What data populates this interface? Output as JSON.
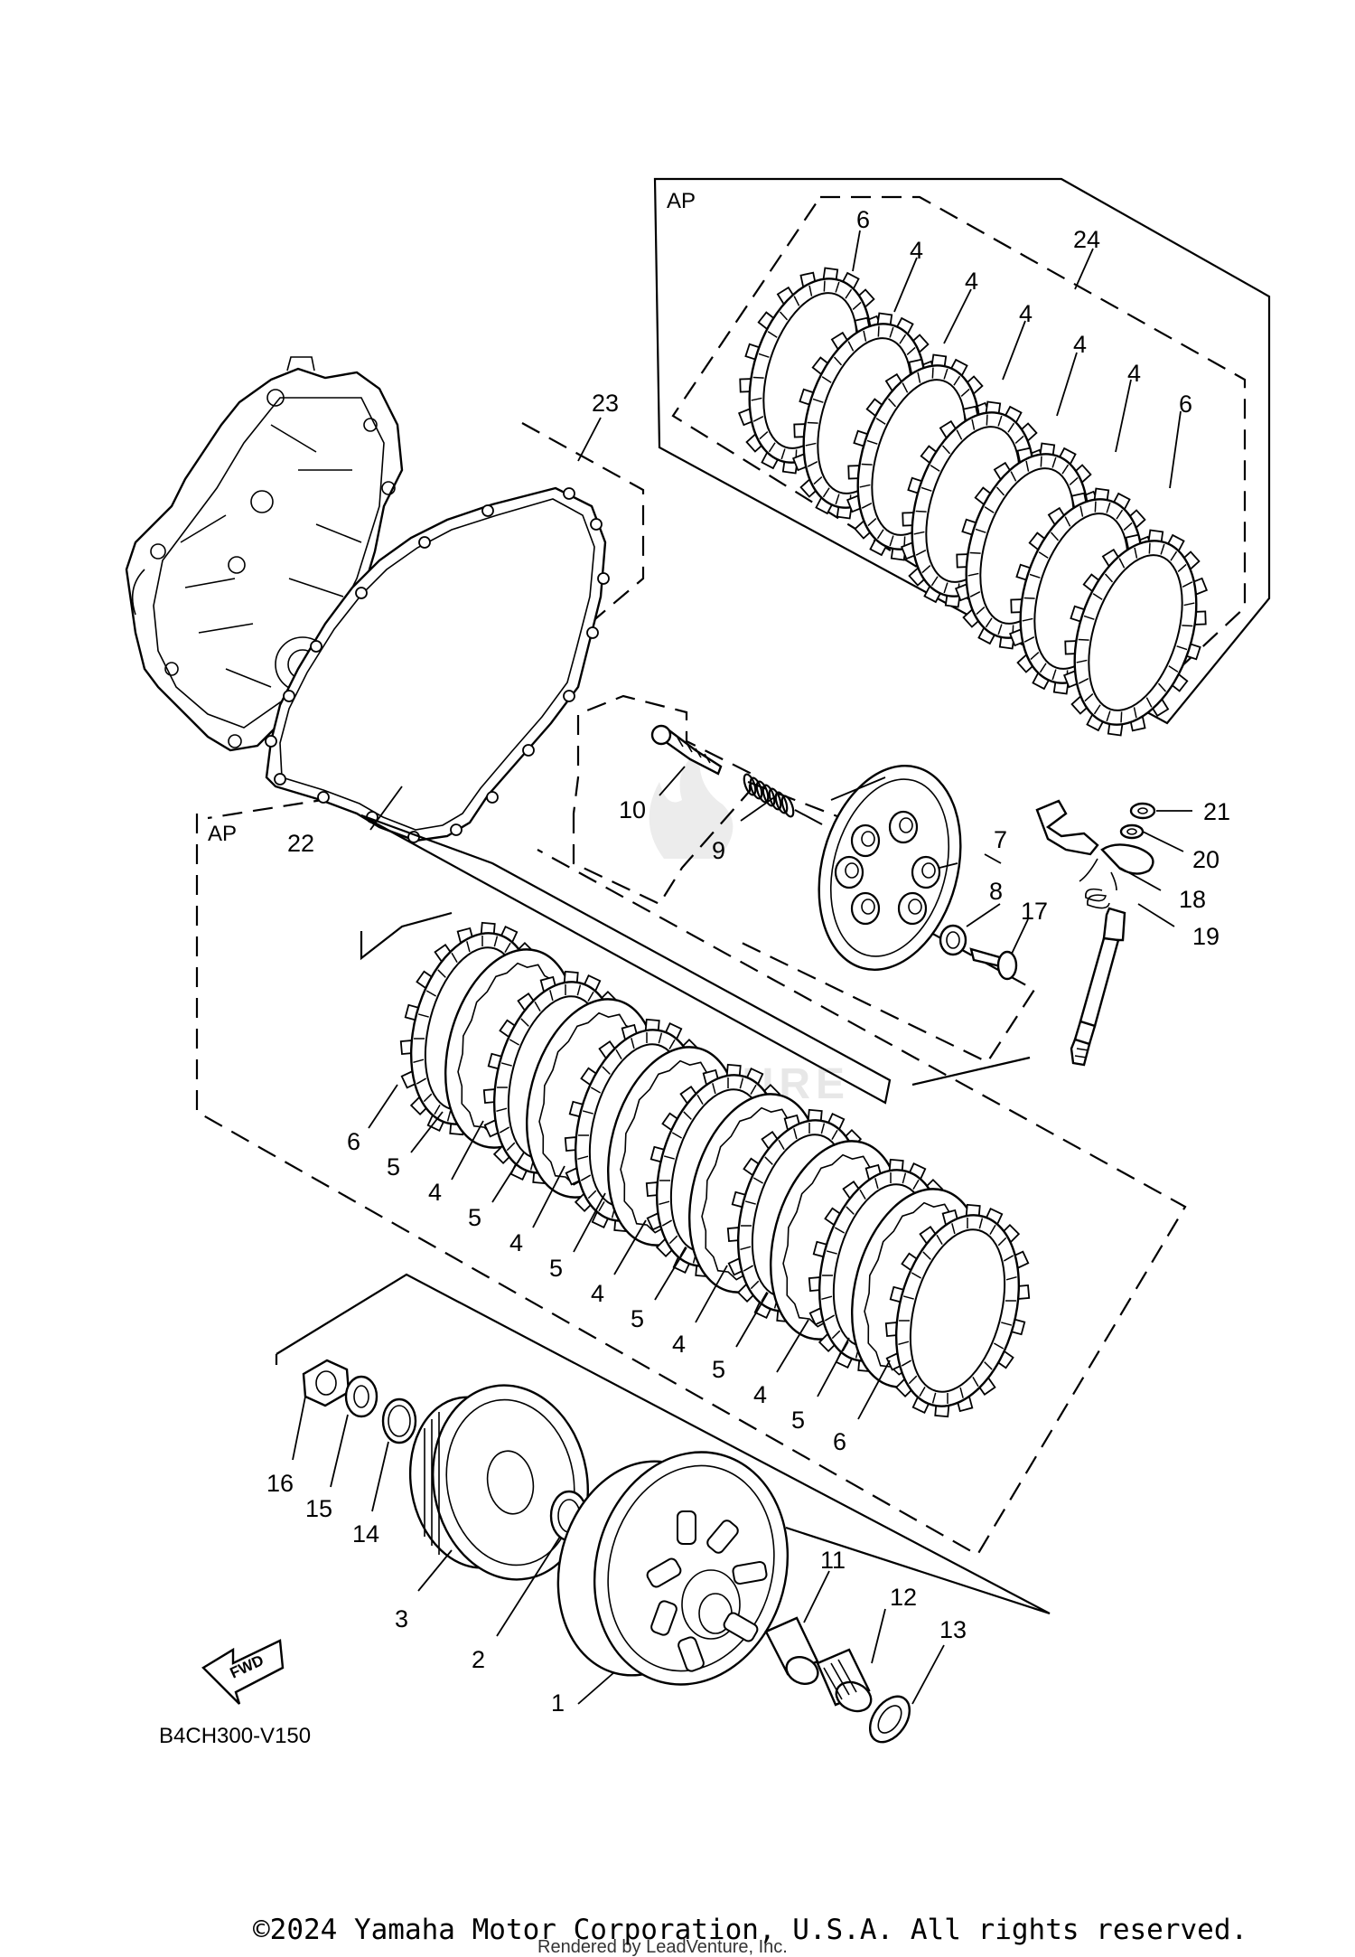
{
  "diagram": {
    "code": "B4CH300-V150",
    "fwd_label": "FWD",
    "group_labels": {
      "ap_top": "AP",
      "ap_left": "AP"
    },
    "watermark": "LEADVENTURE",
    "callouts": [
      {
        "id": "c6a",
        "text": "6"
      },
      {
        "id": "c4a",
        "text": "4"
      },
      {
        "id": "c4b",
        "text": "4"
      },
      {
        "id": "c4c",
        "text": "4"
      },
      {
        "id": "c4d",
        "text": "4"
      },
      {
        "id": "c4e",
        "text": "4"
      },
      {
        "id": "c6b",
        "text": "6"
      },
      {
        "id": "c24",
        "text": "24"
      },
      {
        "id": "c23",
        "text": "23"
      },
      {
        "id": "c22",
        "text": "22"
      },
      {
        "id": "c10",
        "text": "10"
      },
      {
        "id": "c9",
        "text": "9"
      },
      {
        "id": "c7",
        "text": "7"
      },
      {
        "id": "c8",
        "text": "8"
      },
      {
        "id": "c17",
        "text": "17"
      },
      {
        "id": "c21",
        "text": "21"
      },
      {
        "id": "c20",
        "text": "20"
      },
      {
        "id": "c18",
        "text": "18"
      },
      {
        "id": "c19",
        "text": "19"
      },
      {
        "id": "d6a",
        "text": "6"
      },
      {
        "id": "d5a",
        "text": "5"
      },
      {
        "id": "d4a",
        "text": "4"
      },
      {
        "id": "d5b",
        "text": "5"
      },
      {
        "id": "d4b",
        "text": "4"
      },
      {
        "id": "d5c",
        "text": "5"
      },
      {
        "id": "d4c",
        "text": "4"
      },
      {
        "id": "d5d",
        "text": "5"
      },
      {
        "id": "d4d",
        "text": "4"
      },
      {
        "id": "d5e",
        "text": "5"
      },
      {
        "id": "d4e",
        "text": "4"
      },
      {
        "id": "d5f",
        "text": "5"
      },
      {
        "id": "d6b",
        "text": "6"
      },
      {
        "id": "c16",
        "text": "16"
      },
      {
        "id": "c15",
        "text": "15"
      },
      {
        "id": "c14",
        "text": "14"
      },
      {
        "id": "c3",
        "text": "3"
      },
      {
        "id": "c2",
        "text": "2"
      },
      {
        "id": "c1",
        "text": "1"
      },
      {
        "id": "c11",
        "text": "11"
      },
      {
        "id": "c12",
        "text": "12"
      },
      {
        "id": "c13",
        "text": "13"
      }
    ]
  },
  "footer": {
    "copyright": "©2024 Yamaha Motor Corporation, U.S.A. All rights reserved.",
    "rendered_by": "Rendered by LeadVenture, Inc."
  }
}
